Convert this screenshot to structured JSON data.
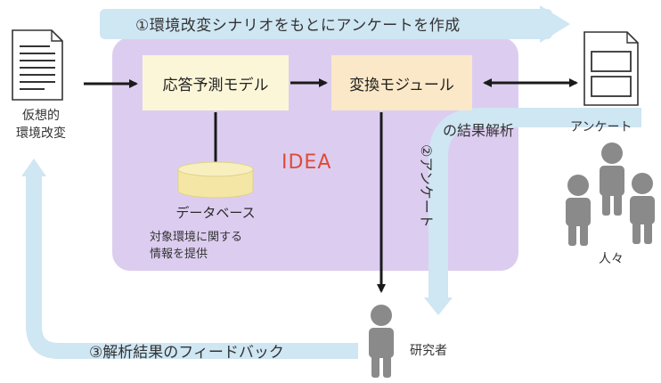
{
  "flows": {
    "top_label": "①環境改変シナリオをもとにアンケートを作成",
    "right_label": "の結果解析",
    "vertical_label": "②アンケート",
    "bottom_label": "③解析結果のフィードバック"
  },
  "nodes": {
    "scenario_label_line1": "仮想的",
    "scenario_label_line2": "環境改変",
    "prediction_model": "応答予測モデル",
    "conversion_module": "変換モジュール",
    "system_name": "IDEA",
    "database": "データベース",
    "database_desc_line1": "対象環境に関する",
    "database_desc_line2": "情報を提供",
    "questionnaire": "アンケート",
    "people": "人々",
    "researcher": "研究者"
  },
  "colors": {
    "idea_region": "#dccdf0",
    "flow_band": "#cfe6f3",
    "idea_text": "#e04a36",
    "prediction_box": "#fcf6d8",
    "conversion_box": "#fbe8c8",
    "database": "#f4e7a6",
    "person": "#8a8a8a"
  }
}
